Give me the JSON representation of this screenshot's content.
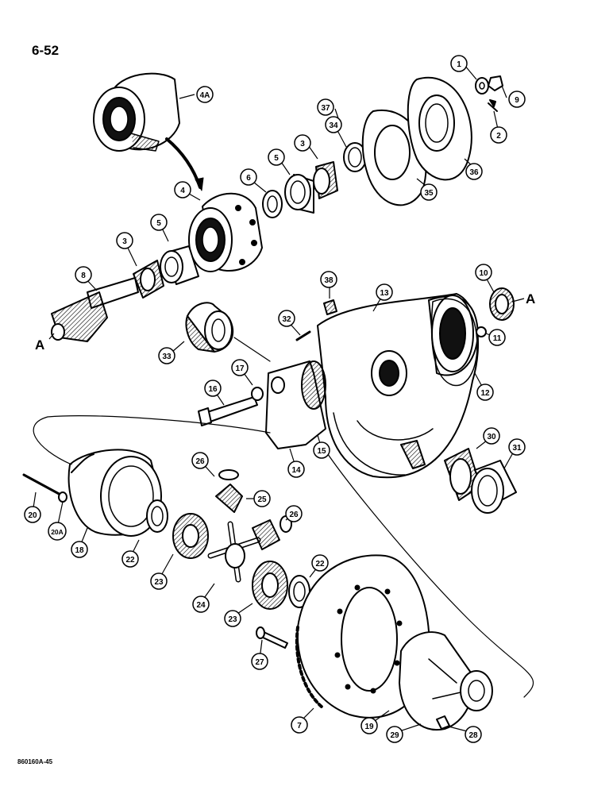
{
  "page_number": "6-52",
  "figure_code": "860160A-45",
  "view_marker": "A",
  "callouts": {
    "c1": "1",
    "c2": "2",
    "c3a": "3",
    "c3b": "3",
    "c4": "4",
    "c4a": "4A",
    "c5a": "5",
    "c5b": "5",
    "c6": "6",
    "c7": "7",
    "c8": "8",
    "c9": "9",
    "c10": "10",
    "c11": "11",
    "c12": "12",
    "c13": "13",
    "c14": "14",
    "c15": "15",
    "c16": "16",
    "c17": "17",
    "c18": "18",
    "c19": "19",
    "c20": "20",
    "c20a": "20A",
    "c22a": "22",
    "c22b": "22",
    "c23a": "23",
    "c23b": "23",
    "c24": "24",
    "c25": "25",
    "c26a": "26",
    "c26b": "26",
    "c27": "27",
    "c28": "28",
    "c29": "29",
    "c30": "30",
    "c31": "31",
    "c32": "32",
    "c33": "33",
    "c34": "34",
    "c35": "35",
    "c36": "36",
    "c37": "37",
    "c38": "38"
  }
}
